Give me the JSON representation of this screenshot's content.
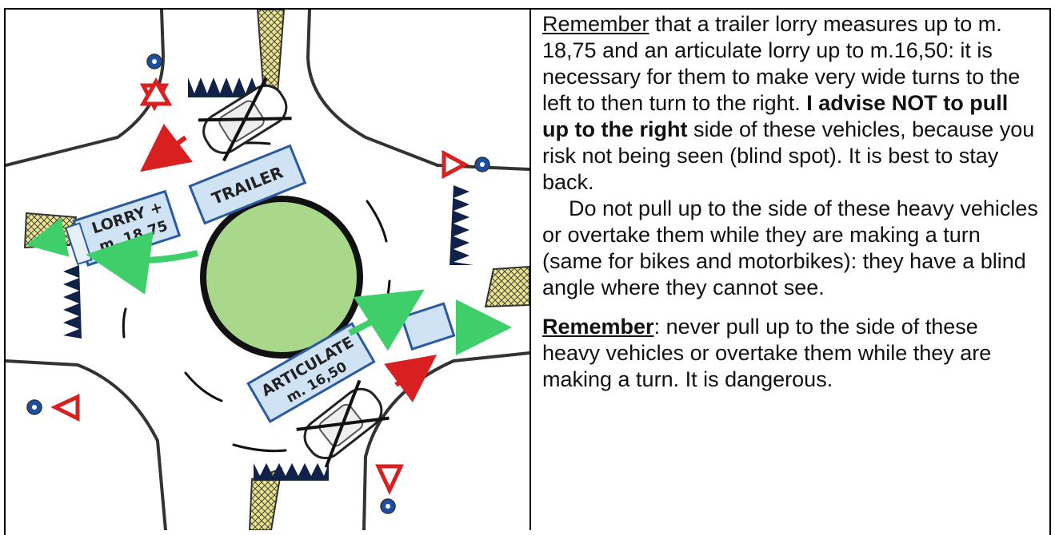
{
  "figure": {
    "labels": {
      "lorry": "LORRY +",
      "lorry_length": "m. 18,75",
      "trailer": "TRAILER",
      "articulate": "ARTICULATE",
      "articulate_length": "m. 16,50"
    },
    "colors": {
      "island": "#a9d88a",
      "vehicle_body": "#cfe3f5",
      "arrow_green": "#3fcf6a",
      "arrow_red": "#d92020",
      "hatch": "#e8d84a"
    },
    "icons": [
      "yield-sign",
      "roundabout-sign",
      "crossed-out-car"
    ]
  },
  "text": {
    "p1_remember": "Remember",
    "p1_a": " that a trailer lorry measures up to m. 18,75 and an articulate lorry up to m.16,50: it is necessary for them to make very wide turns to the left to then turn to the right. ",
    "p1_bold": "I advise NOT to pull up to the right",
    "p1_b": " side of these vehicles, because you risk not being seen (blind spot). It is best to stay back.",
    "p2": "Do not pull up to the side of these heavy vehicles or overtake them while they are making a turn (same for bikes and motorbikes): they have a blind angle where they cannot see.",
    "p3_remember": "Remember",
    "p3_rest": ": never pull up to the side of these heavy vehicles or overtake them while they are making a turn. It is dangerous."
  }
}
